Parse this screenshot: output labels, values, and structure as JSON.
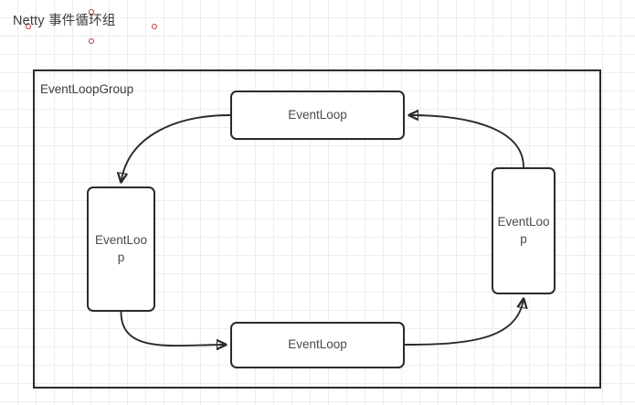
{
  "title": {
    "text": "Netty 事件循环组",
    "handles": [
      "handle-left",
      "handle-top",
      "handle-right",
      "handle-bottom"
    ],
    "handle_color": "#b23b3b"
  },
  "group": {
    "label": "EventLoopGroup",
    "border_color": "#2b2b2b"
  },
  "nodes": [
    {
      "id": "event-loop-top",
      "label": "EventLoop",
      "position": "top"
    },
    {
      "id": "event-loop-left",
      "label": "EventLoop",
      "position": "left"
    },
    {
      "id": "event-loop-bottom",
      "label": "EventLoop",
      "position": "bottom"
    },
    {
      "id": "event-loop-right",
      "label": "EventLoop",
      "position": "right"
    }
  ],
  "edges": [
    {
      "id": "edge-top-to-left",
      "from": "event-loop-top",
      "to": "event-loop-left",
      "direction": "clockwise"
    },
    {
      "id": "edge-left-to-bottom",
      "from": "event-loop-left",
      "to": "event-loop-bottom",
      "direction": "clockwise"
    },
    {
      "id": "edge-bottom-to-right",
      "from": "event-loop-bottom",
      "to": "event-loop-right",
      "direction": "clockwise"
    },
    {
      "id": "edge-right-to-top",
      "from": "event-loop-right",
      "to": "event-loop-top",
      "direction": "clockwise"
    }
  ],
  "canvas": {
    "grid_color": "#ededed",
    "background": "#ffffff",
    "grid_size": 20
  }
}
